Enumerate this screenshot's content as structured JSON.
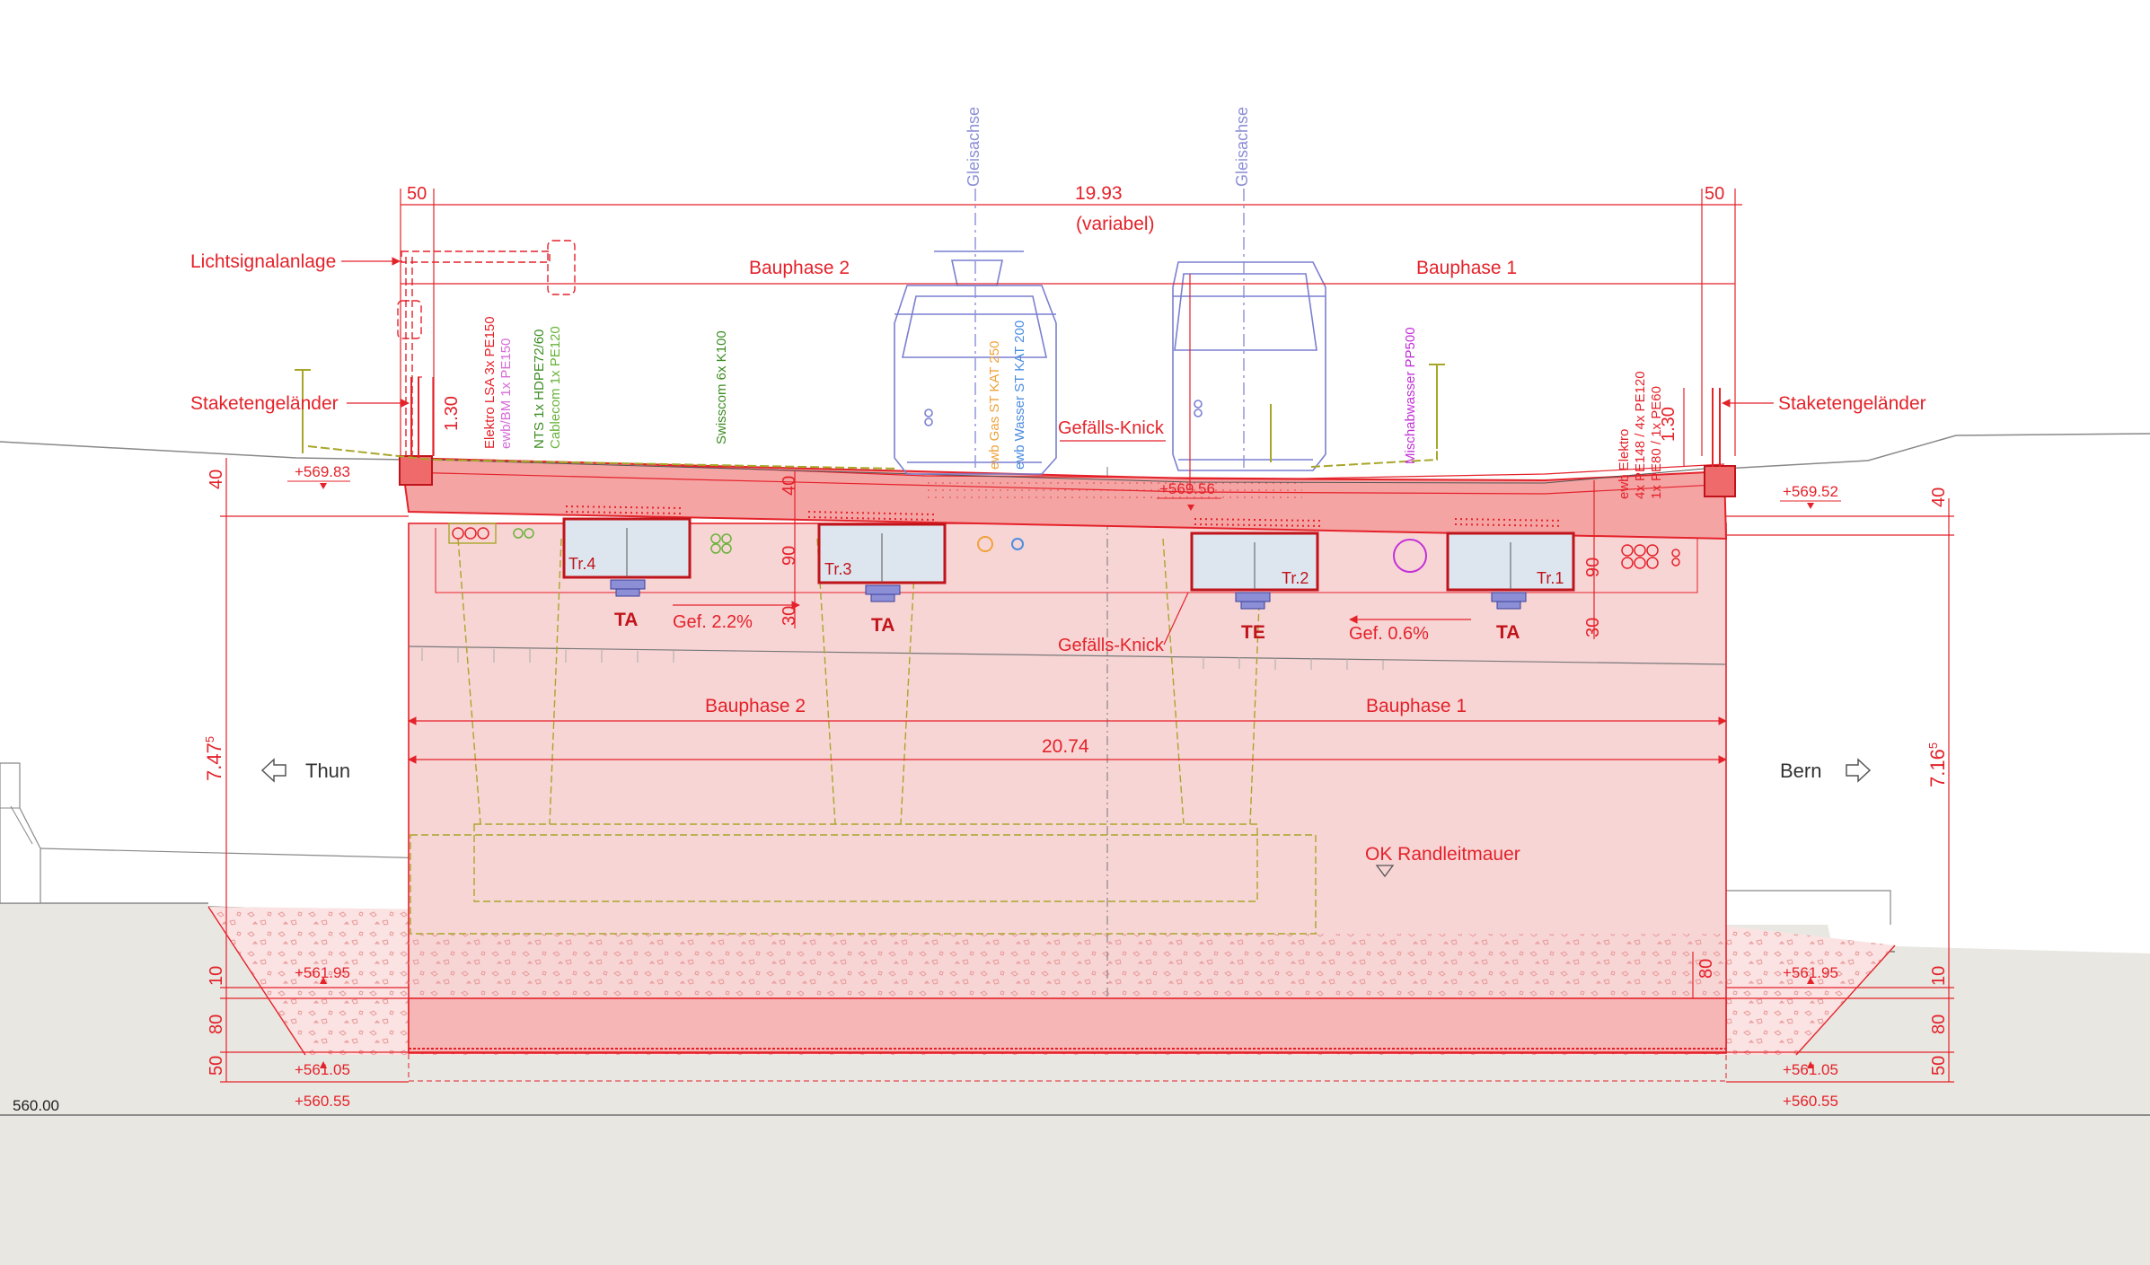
{
  "colors": {
    "accent_red": "#e4222a",
    "concrete_fill": "#f8d5d5",
    "ground_fill": "#e9e7e2",
    "track_axis": "#8d8fd6",
    "tram_outline": "#7a7fd0",
    "conduit_green": "#69b33a",
    "utility_orange": "#f0a23a",
    "utility_blue": "#4c8de0",
    "utility_magenta": "#c330d8",
    "electric_olive": "#a8a62a"
  },
  "labels": {
    "lichtsignalanlage": "Lichtsignalanlage",
    "staketengelaender_left": "Staketengeländer",
    "staketengelaender_right": "Staketengeländer",
    "gleisachse_left": "Gleisachse",
    "gleisachse_right": "Gleisachse",
    "bauphase2_top": "Bauphase 2",
    "bauphase1_top": "Bauphase 1",
    "bauphase2_mid": "Bauphase 2",
    "bauphase1_mid": "Bauphase 1",
    "gefaells_knick_top": "Gefälls-Knick",
    "gefaells_knick_bottom": "Gefälls-Knick",
    "gef_left": "Gef. 2.2%",
    "gef_right": "Gef. 0.6%",
    "thun": "Thun",
    "bern": "Bern",
    "ok_randleitmauer": "OK Randleitmauer",
    "tr4": "Tr.4",
    "tr3": "Tr.3",
    "tr2": "Tr.2",
    "tr1": "Tr.1",
    "ta1": "TA",
    "ta2": "TA",
    "te": "TE",
    "ta3": "TA"
  },
  "utilities": {
    "elektro_lsa": "Elektro LSA 3x PE150",
    "ewb_bm": "ewb/BM 1x PE150",
    "nts": "NTS 1x HDPE72/60",
    "cablecom": "Cablecom 1x PE120",
    "swisscom": "Swisscom 6x K100",
    "ewb_gas": "ewb Gas ST KAT 250",
    "ewb_wasser": "ewb Wasser ST KAT 200",
    "mischabwasser": "Mischabwasser PP500",
    "ewb_elektro_1": "ewb Elektro",
    "ewb_elektro_2": "4x PE148 / 4x PE120",
    "ewb_elektro_3": "1x PE80 / 1x PE60"
  },
  "dimensions": {
    "width_top": "19.93",
    "variabel": "(variabel)",
    "edge_left": "50",
    "edge_right": "50",
    "rail_h_left": "1.30",
    "rail_h_right": "1.30",
    "width_bottom": "20.74",
    "height_left": "7.47",
    "height_left_sup": "5",
    "height_right": "7.16",
    "height_right_sup": "5",
    "left_40": "40",
    "right_40": "40",
    "web_40": "40",
    "web_90_left": "90",
    "web_30_left": "30",
    "web_90_right": "90",
    "web_30_right": "30",
    "found_10_left": "10",
    "found_80_left": "80",
    "found_50_left": "50",
    "found_10_right": "10",
    "found_80_right": "80",
    "found_50_right": "50",
    "gap_80": "80"
  },
  "levels": {
    "deck_left": "+569.83",
    "deck_mid": "+569.56",
    "deck_right": "+569.52",
    "found_top_left": "+561.95",
    "found_top_right": "+561.95",
    "found_bot_left": "+561.05",
    "found_bot_right": "+561.05",
    "blind_left": "+560.55",
    "blind_right": "+560.55",
    "datum": "560.00"
  }
}
